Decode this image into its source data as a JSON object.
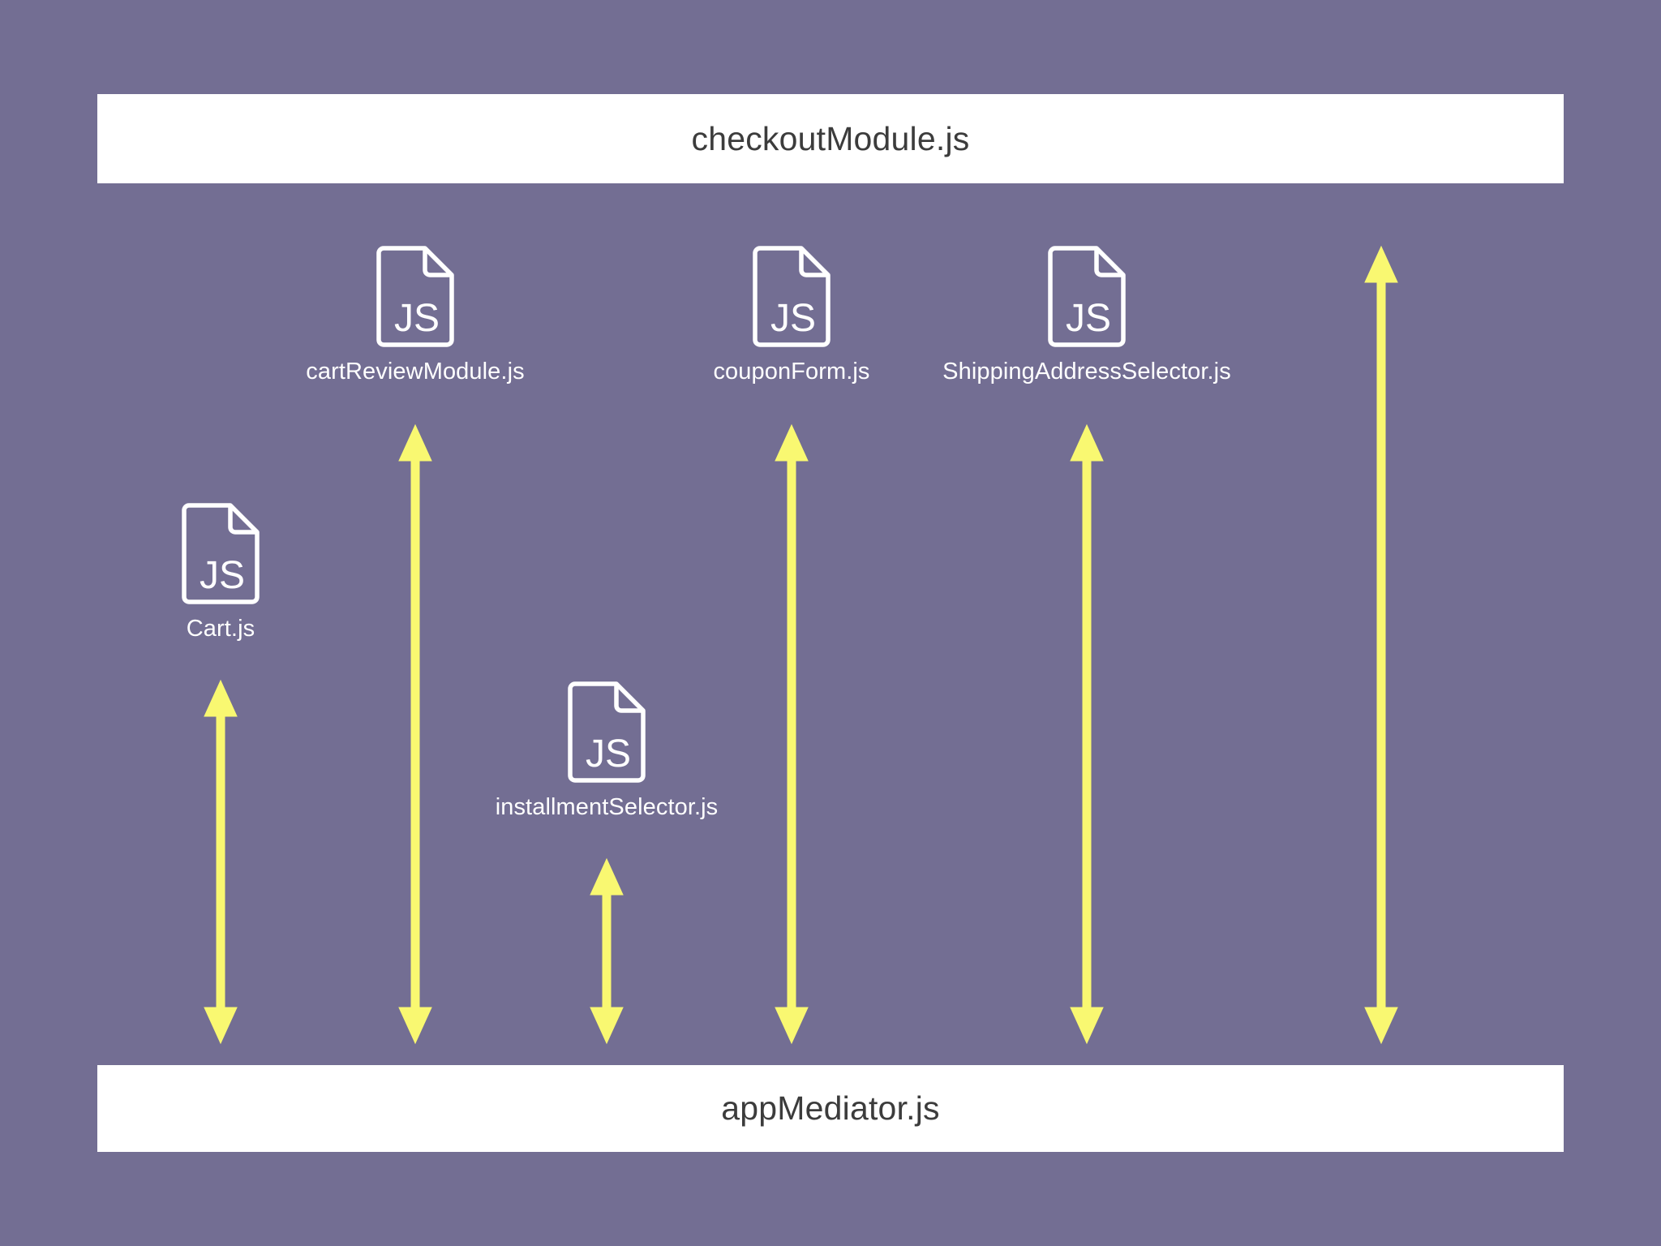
{
  "diagram": {
    "title_top": "checkoutModule.js",
    "title_bottom": "appMediator.js",
    "background_color": "#736E93",
    "bar_color": "#FFFFFF",
    "bar_text_color": "#3C3C3C",
    "arrow_color": "#F9F871",
    "icon_color": "#FFFFFF"
  },
  "top_bar": {
    "label": "checkoutModule.js"
  },
  "bottom_bar": {
    "label": "appMediator.js"
  },
  "modules": [
    {
      "id": "cart",
      "label": "Cart.js",
      "icon": "js-file-icon",
      "icon_text": "JS"
    },
    {
      "id": "cart-review-module",
      "label": "cartReviewModule.js",
      "icon": "js-file-icon",
      "icon_text": "JS"
    },
    {
      "id": "installment-selector",
      "label": "installmentSelector.js",
      "icon": "js-file-icon",
      "icon_text": "JS"
    },
    {
      "id": "coupon-form",
      "label": "couponForm.js",
      "icon": "js-file-icon",
      "icon_text": "JS"
    },
    {
      "id": "shipping-address-selector",
      "label": "ShippingAddressSelector.js",
      "icon": "js-file-icon",
      "icon_text": "JS"
    }
  ],
  "connections": [
    {
      "id": "conn-cart",
      "style": "double-headed-vertical-arrow"
    },
    {
      "id": "conn-cart-review-module",
      "style": "double-headed-vertical-arrow"
    },
    {
      "id": "conn-installment-selector",
      "style": "double-headed-vertical-arrow"
    },
    {
      "id": "conn-coupon-form",
      "style": "double-headed-vertical-arrow"
    },
    {
      "id": "conn-shipping-address-selector",
      "style": "double-headed-vertical-arrow"
    },
    {
      "id": "conn-extra",
      "style": "double-headed-vertical-arrow"
    }
  ]
}
